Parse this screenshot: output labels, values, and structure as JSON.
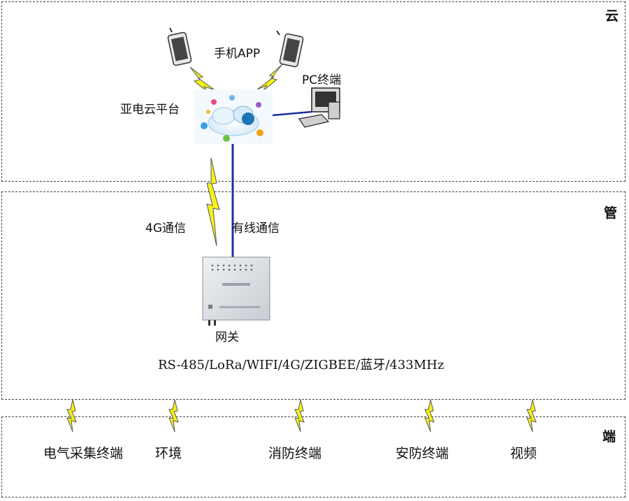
{
  "layers": {
    "cloud_label": "云",
    "pipe_label": "管",
    "end_label": "端"
  },
  "cloud": {
    "phone_app": "手机APP",
    "pc_terminal": "PC终端",
    "platform": "亚电云平台"
  },
  "pipe": {
    "wireless": "4G通信",
    "wired": "有线通信",
    "gateway": "网关",
    "protocols": "RS-485/LoRa/WIFI/4G/ZIGBEE/蓝牙/433MHz"
  },
  "terminals": [
    "电气采集终端",
    "环境",
    "消防终端",
    "安防终端",
    "视频"
  ],
  "colors": {
    "wired_line": "#1f2f9f",
    "bolt_fill": "#f5f21a",
    "bolt_stroke": "#555555"
  }
}
